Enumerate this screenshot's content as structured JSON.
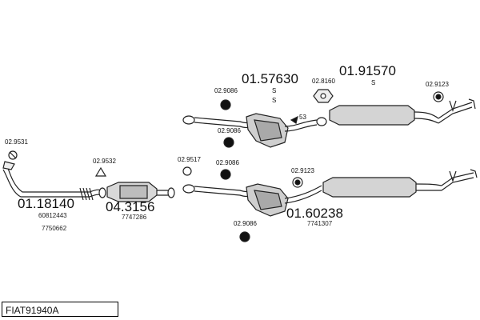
{
  "labels": {
    "front_pipe_clamp_code": "02.9531",
    "front_pipe_part": "01.18140",
    "front_pipe_ref1": "60812443",
    "front_pipe_ref2": "7750662",
    "cat_gasket_code": "02.9532",
    "cat_part": "04.3156",
    "cat_ref": "7747286",
    "upper_mid_clamp_code": "02.9086",
    "upper_mid_clamp_code2": "02.9086",
    "upper_mid_part": "01.57630",
    "upper_mid_s1": "S",
    "upper_mid_s2": "S",
    "upper_mount_code": "02.8160",
    "upper_rear_part": "01.91570",
    "upper_rear_s": "S",
    "upper_rear_clamp_code": "02.9123",
    "upper_53_label": "53",
    "lower_inlet_clamp_code": "02.9517",
    "lower_mid_clamp_code": "02.9086",
    "lower_rear_clamp_code": "02.9123",
    "lower_part": "01.60238",
    "lower_ref": "7741307",
    "lower_bottom_clamp_code": "02.9086"
  },
  "footer": {
    "code": "FIAT91940A"
  }
}
